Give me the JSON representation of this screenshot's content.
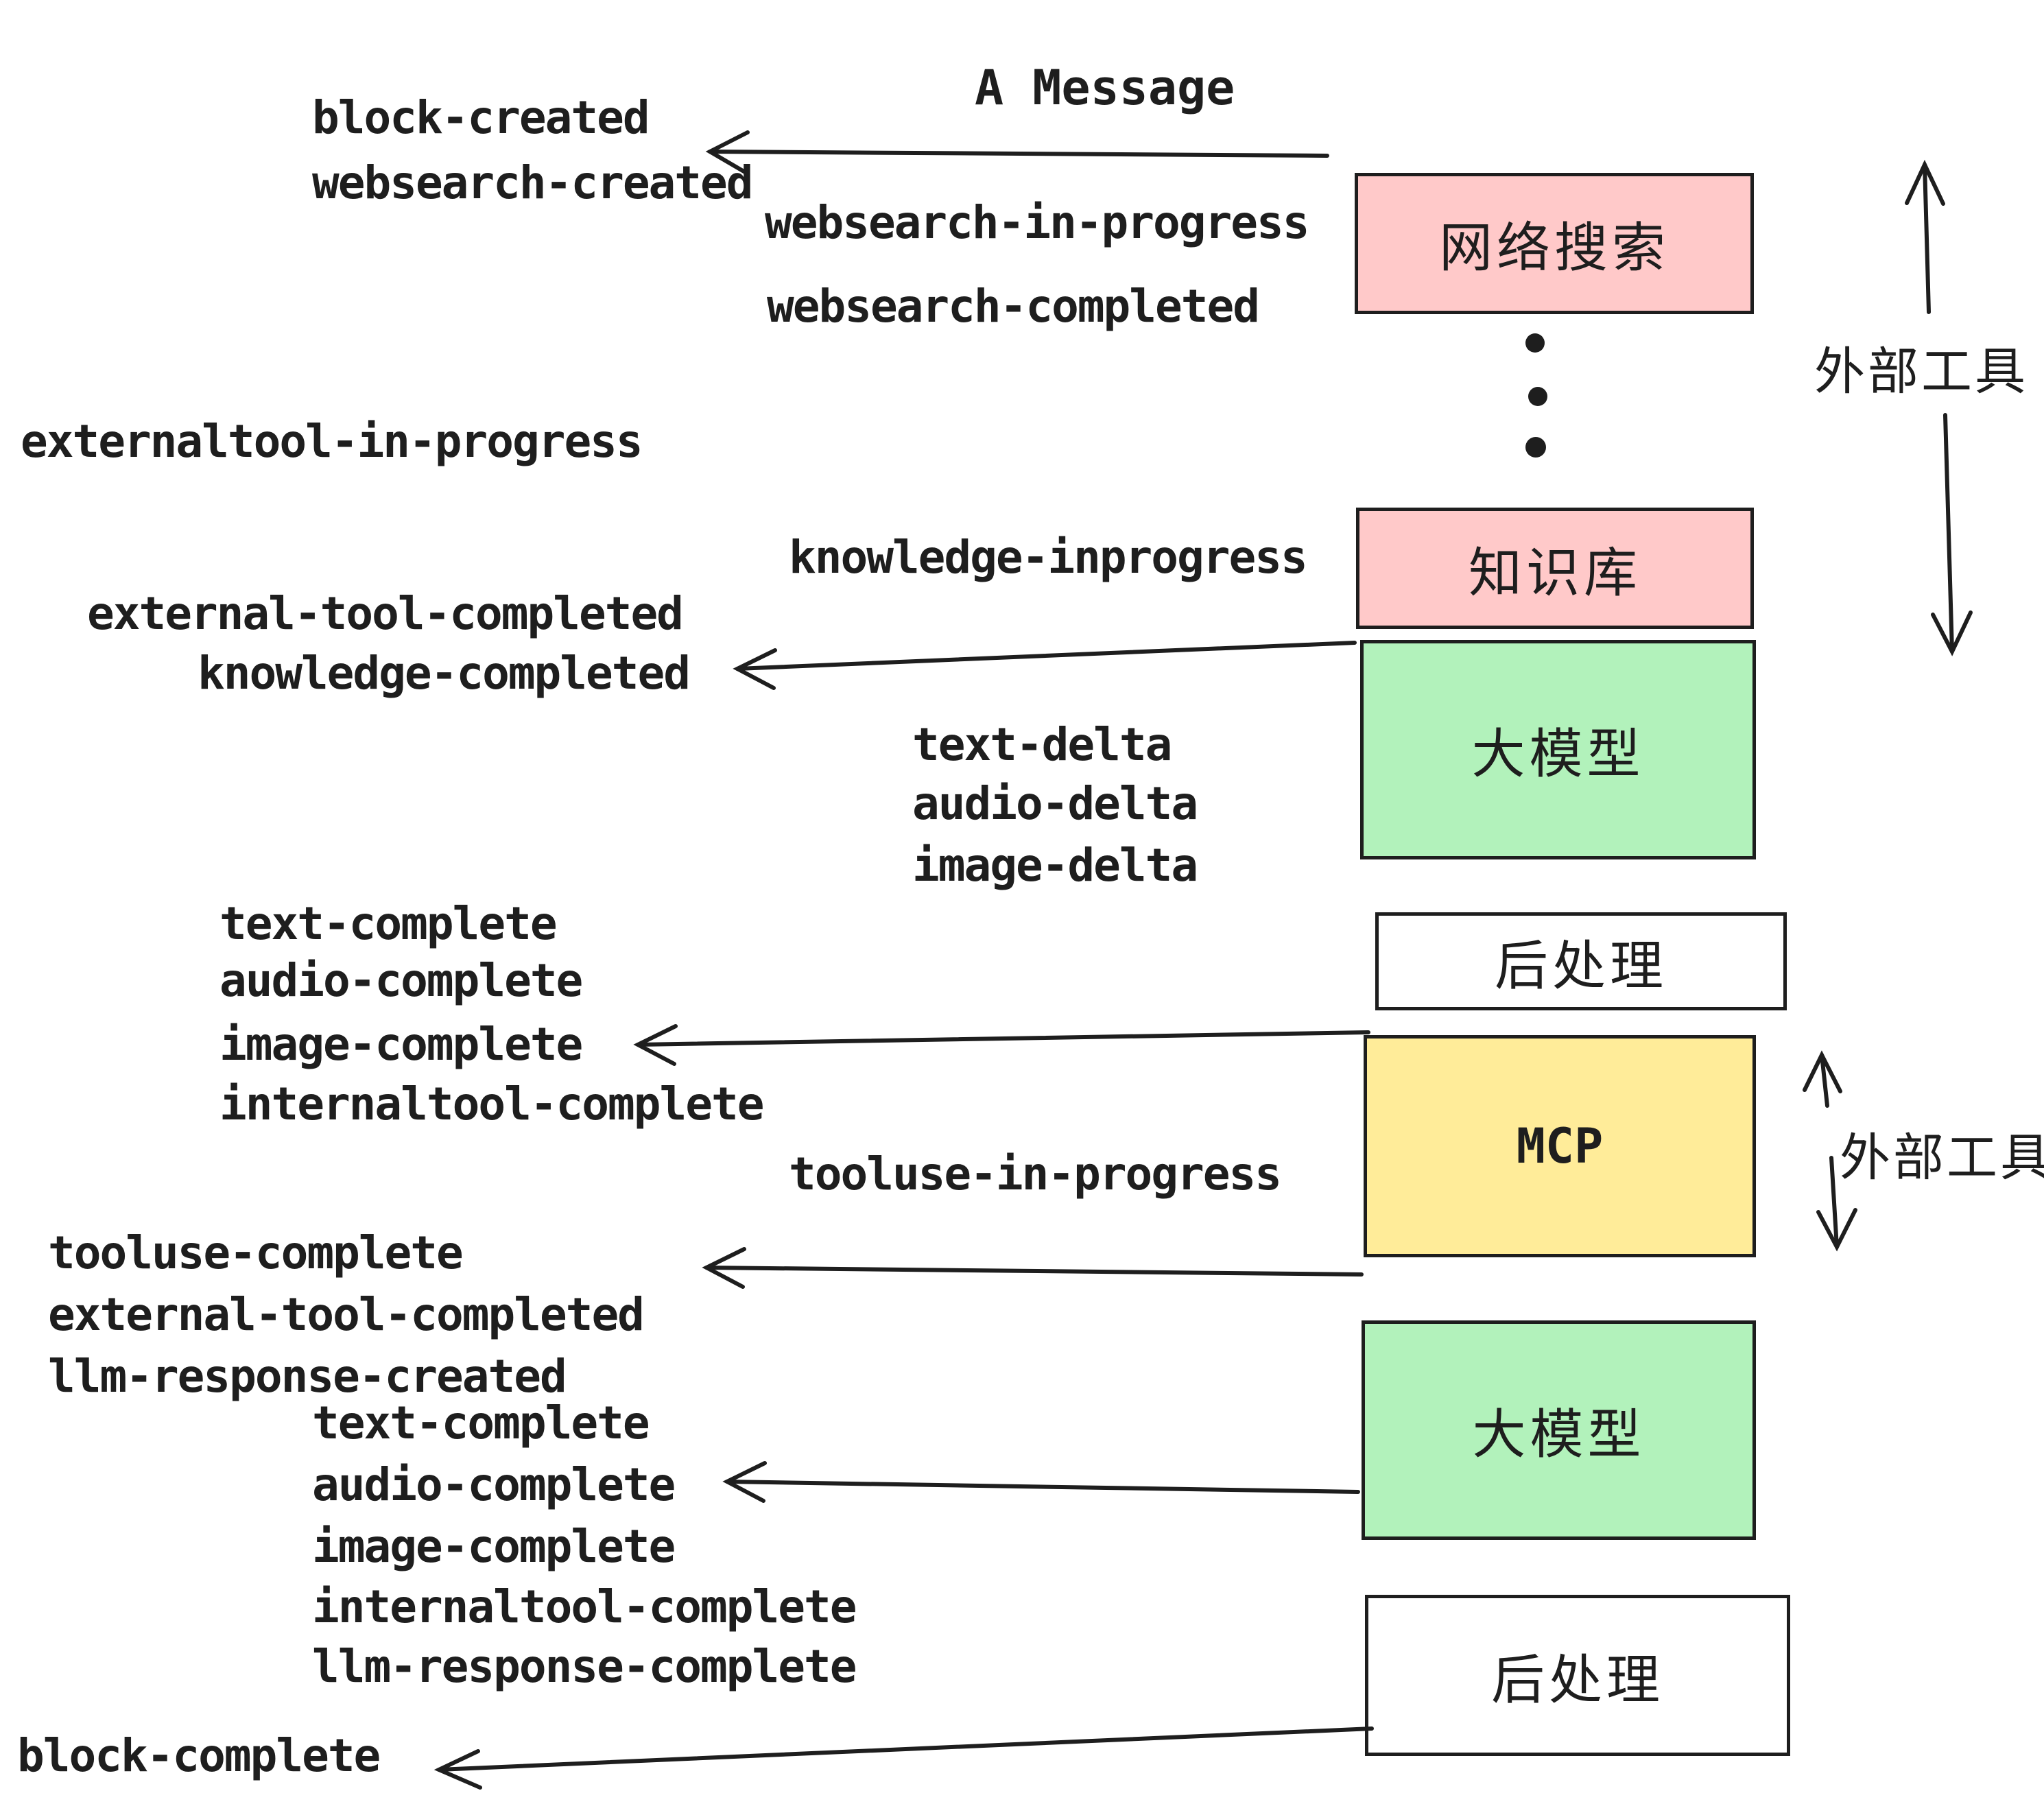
{
  "title": "A Message",
  "colors": {
    "ink": "#1e1e1e",
    "pink": "#ffc9c9",
    "green": "#b2f2bb",
    "yellow": "#ffec99",
    "white": "#ffffff"
  },
  "events": [
    {
      "label": "block-created"
    },
    {
      "label": "websearch-created"
    },
    {
      "label": "websearch-in-progress"
    },
    {
      "label": "websearch-completed"
    },
    {
      "label": "externaltool-in-progress"
    },
    {
      "label": "knowledge-inprogress"
    },
    {
      "label": "external-tool-completed"
    },
    {
      "label": "knowledge-completed"
    },
    {
      "label": "text-delta"
    },
    {
      "label": "audio-delta"
    },
    {
      "label": "image-delta"
    },
    {
      "label": "text-complete"
    },
    {
      "label": "audio-complete"
    },
    {
      "label": "image-complete"
    },
    {
      "label": "internaltool-complete"
    },
    {
      "label": "tooluse-in-progress"
    },
    {
      "label": "tooluse-complete"
    },
    {
      "label": "external-tool-completed"
    },
    {
      "label": "llm-response-created"
    },
    {
      "label": "text-complete"
    },
    {
      "label": "audio-complete"
    },
    {
      "label": "image-complete"
    },
    {
      "label": "internaltool-complete"
    },
    {
      "label": "llm-response-complete"
    },
    {
      "label": "block-complete"
    }
  ],
  "boxes": [
    {
      "label": "网络搜索",
      "color": "#ffc9c9"
    },
    {
      "label": "知识库",
      "color": "#ffc9c9"
    },
    {
      "label": "大模型",
      "color": "#b2f2bb"
    },
    {
      "label": "后处理",
      "color": "#ffffff"
    },
    {
      "label": "MCP",
      "color": "#ffec99"
    },
    {
      "label": "大模型",
      "color": "#b2f2bb"
    },
    {
      "label": "后处理",
      "color": "#ffffff"
    }
  ],
  "side_labels": [
    {
      "label": "外部工具"
    },
    {
      "label": "外部工具"
    }
  ]
}
